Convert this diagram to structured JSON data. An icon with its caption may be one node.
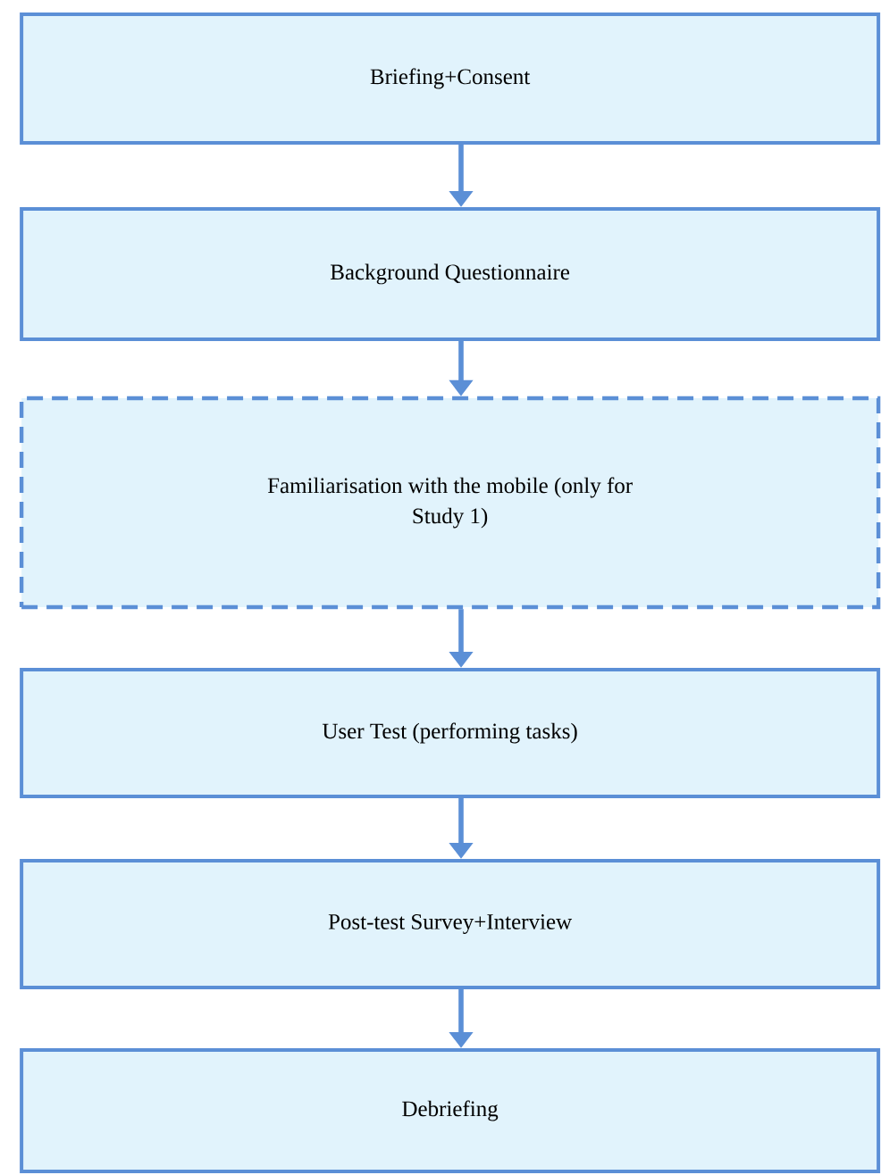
{
  "diagram": {
    "nodes": [
      {
        "text": [
          "Briefing+Consent"
        ]
      },
      {
        "text": [
          "Background Questionnaire"
        ]
      },
      {
        "text": [
          "Familiarisation with the mobile (only for Study 1)"
        ]
      },
      {
        "text": [
          "User Test (performing tasks)"
        ]
      },
      {
        "text": [
          "Post-test Survey+Interview"
        ]
      },
      {
        "text": [
          "Debriefing"
        ]
      }
    ],
    "edges": [
      {
        "from": 0,
        "to": 1,
        "arrow": "to"
      },
      {
        "from": 1,
        "to": 2,
        "arrow": "to"
      },
      {
        "from": 2,
        "to": 3,
        "arrow": "to"
      },
      {
        "from": 3,
        "to": 4,
        "arrow": "to"
      },
      {
        "from": 4,
        "to": 5,
        "arrow": "to"
      }
    ]
  }
}
